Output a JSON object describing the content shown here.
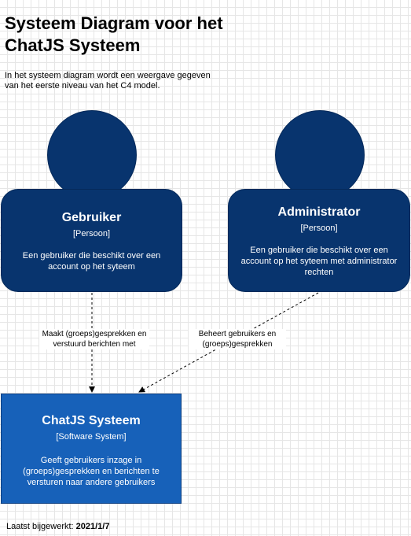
{
  "title": "Systeem Diagram voor het ChatJS Systeem",
  "description": "In het systeem diagram wordt een weergave gegeven van het eerste niveau van het C4 model.",
  "nodes": {
    "gebruiker": {
      "name": "Gebruiker",
      "type": "[Persoon]",
      "description": "Een gebruiker die beschikt over een account op het syteem"
    },
    "administrator": {
      "name": "Administrator",
      "type": "[Persoon]",
      "description": "Een gebruiker die beschikt over een account op het syteem met administrator rechten"
    },
    "system": {
      "name": "ChatJS Systeem",
      "type": "[Software System]",
      "description": "Geeft gebruikers inzage in (groeps)gesprekken en berichten te versturen naar andere gebruikers"
    }
  },
  "edges": {
    "gebruiker_to_system": "Maakt (groeps)gesprekken en verstuurd berichten met",
    "administrator_to_system": "Beheert gebruikers en (groeps)gesprekken"
  },
  "footer": {
    "label": "Laatst bijgewerkt: ",
    "date": "2021/1/7"
  },
  "colors": {
    "person": "#08346e",
    "system": "#1761b9",
    "edge": "#000000"
  }
}
